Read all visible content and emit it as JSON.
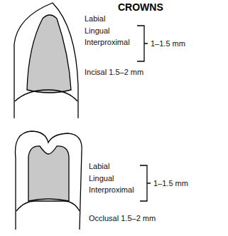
{
  "diagram": {
    "title": "CROWNS",
    "labels": [
      "Labial",
      "Lingual",
      "Interproximal",
      "1–1.5 mm",
      "Incisal 1.5–2 mm",
      "Labial",
      "Lingual",
      "Interproximal",
      "1–1.5 mm",
      "Occlusal 1.5–2 mm"
    ]
  }
}
